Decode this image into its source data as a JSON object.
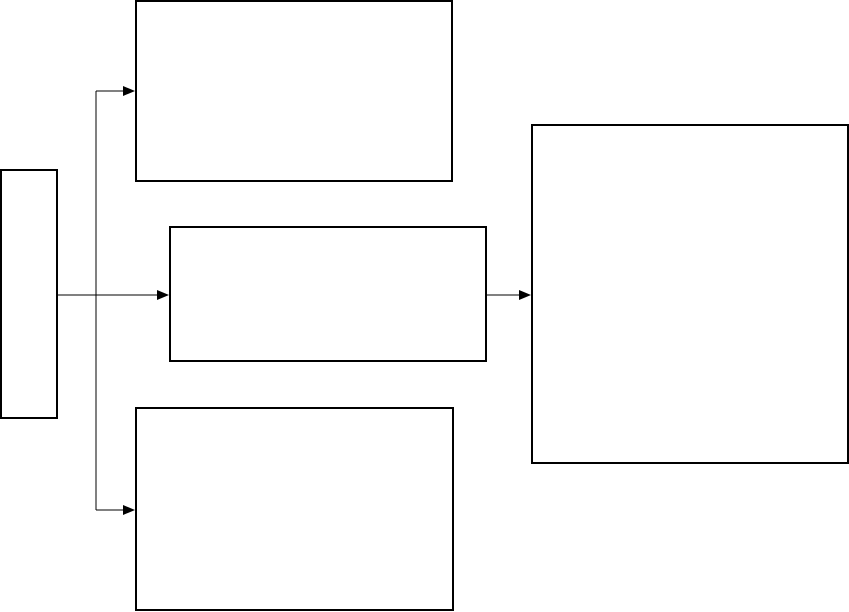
{
  "diagram": {
    "nodes": [
      {
        "id": "source",
        "label": ""
      },
      {
        "id": "top",
        "label": ""
      },
      {
        "id": "middle",
        "label": ""
      },
      {
        "id": "bottom",
        "label": ""
      },
      {
        "id": "result",
        "label": ""
      }
    ],
    "edges": [
      {
        "from": "source",
        "to": "top"
      },
      {
        "from": "source",
        "to": "middle"
      },
      {
        "from": "source",
        "to": "bottom"
      },
      {
        "from": "middle",
        "to": "result"
      }
    ],
    "colors": {
      "stroke": "#000000",
      "fill": "#ffffff",
      "background": "#ffffff"
    }
  }
}
